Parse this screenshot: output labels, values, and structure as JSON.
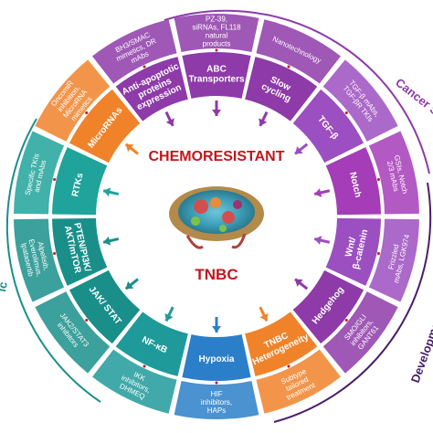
{
  "center": {
    "title": "CHEMORESISTANT",
    "subtitle": "TNBC"
  },
  "arcs": {
    "cancer_stem": "Cancer Se",
    "developmental": "Developmental pathways",
    "left_edge": "ic"
  },
  "segments": [
    {
      "inner": "Anti-apoptotic proteins expression",
      "outer": "BH3/SMAC mimetics, DR mAbs",
      "color": "#8e3aa8",
      "arrow": "in"
    },
    {
      "inner": "ABC Transporters",
      "outer": "PZ-39, siRNAs, FL118 natural products",
      "color": "#8e3aa8",
      "arrow": "in"
    },
    {
      "inner": "Slow cycling",
      "outer": "Nanotechnology",
      "color": "#8e3aa8",
      "arrow": "in"
    },
    {
      "inner": "TGF-β",
      "outer": "TGF-β mAbs, TGF-βR TKIs",
      "color": "#9c4fc0",
      "arrow": "in"
    },
    {
      "inner": "Notch",
      "outer": "GSIs, Notch 2/3 mAbs",
      "color": "#a53cb8",
      "arrow": "in"
    },
    {
      "inner": "Wnt/ β-catenin",
      "outer": "Frizzled mAbs, LGK974",
      "color": "#9c4fc0",
      "arrow": "in"
    },
    {
      "inner": "Hedgehog",
      "outer": "SMO/GLI inhibitors, GANT61",
      "color": "#8e3aa8",
      "arrow": "in"
    },
    {
      "inner": "TNBC Heterogeneity",
      "outer": "Subtype tailored treatment",
      "color": "#f0822a",
      "arrow": "out"
    },
    {
      "inner": "Hypoxia",
      "outer": "HIF inhibitors, HAPs",
      "color": "#2a7fc8",
      "arrow": "out"
    },
    {
      "inner": "NF-κB",
      "outer": "IKK inhibitors, DHMEQ",
      "color": "#1f9a9a",
      "arrow": "out"
    },
    {
      "inner": "JAK/ STAT",
      "outer": "JAK2/STAT3 inhibitors",
      "color": "#1a8f8a",
      "arrow": "out"
    },
    {
      "inner": "PTEN/PI3K/ AKT/mTOR",
      "outer": "Alpelisib, Everolimus, Ipatasertib",
      "color": "#1a8f8a",
      "arrow": "out"
    },
    {
      "inner": "RTKs",
      "outer": "Specific TKIs and mAbs",
      "color": "#1fa39a",
      "arrow": "out"
    },
    {
      "inner": "MicroRNAs",
      "outer": "OncomiR inhibition, MicroRNA mimetics",
      "color": "#f0822a",
      "arrow": "out"
    }
  ]
}
